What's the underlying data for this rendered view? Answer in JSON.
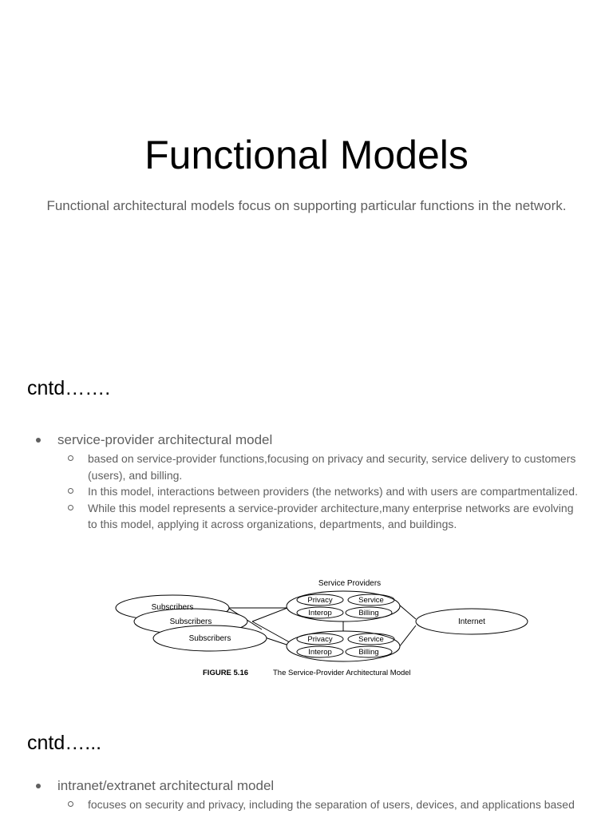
{
  "slide1": {
    "title": "Functional Models",
    "subtitle": "Functional architectural models focus on supporting particular functions in the network."
  },
  "slide2": {
    "heading": "cntd…….",
    "bullet": "service-provider architectural model",
    "subbullets": [
      "based on service-provider functions,focusing on privacy and security, service delivery to customers (users), and billing.",
      "In this model, interactions between providers (the networks) and with users are compartmentalized.",
      "While this model represents a service-provider architecture,many enterprise networks are evolving to this model, applying it across organizations, departments, and buildings."
    ],
    "figure": {
      "group_label": "Service Providers",
      "subscribers": [
        "Subscribers",
        "Subscribers",
        "Subscribers"
      ],
      "provider_top": [
        "Privacy",
        "Service",
        "Interop",
        "Billing"
      ],
      "provider_bottom": [
        "Privacy",
        "Service",
        "Interop",
        "Billing"
      ],
      "internet": "Internet",
      "caption_number": "FIGURE 5.16",
      "caption_text": "The Service-Provider Architectural Model"
    }
  },
  "slide3": {
    "heading": "cntd…...",
    "bullet": "intranet/extranet architectural model",
    "subbullets": [
      "focuses on security and privacy, including the separation of users, devices, and applications based"
    ]
  }
}
